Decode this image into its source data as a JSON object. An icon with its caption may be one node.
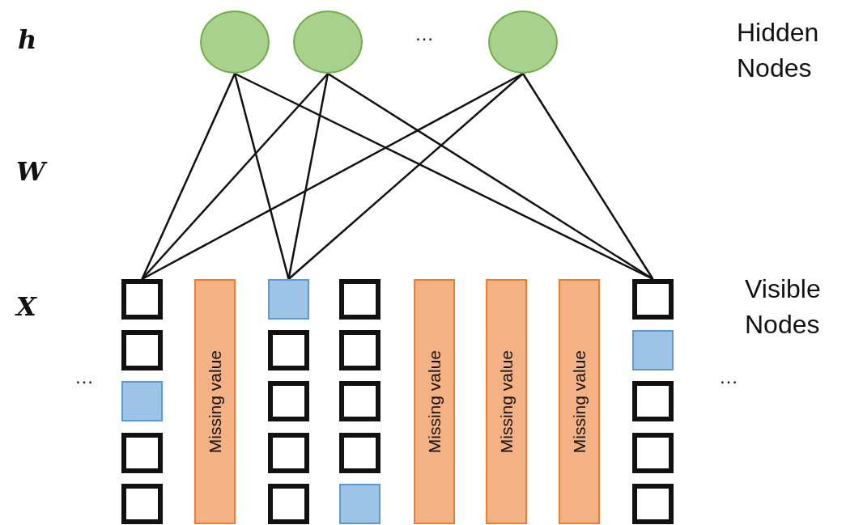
{
  "diagram": {
    "nodes": [
      {
        "text": [],
        "shape": "circle"
      },
      {
        "text": [],
        "shape": "circle"
      },
      {
        "text": [],
        "shape": "circle"
      },
      {
        "text": [],
        "shape": "box"
      },
      {
        "text": [],
        "shape": "box"
      },
      {
        "text": [],
        "shape": "box"
      },
      {
        "text": [],
        "shape": "box"
      },
      {
        "text": [],
        "shape": "box"
      },
      {
        "text": [
          "Missing value"
        ]
      },
      {
        "text": [],
        "shape": "box"
      },
      {
        "text": [],
        "shape": "box"
      },
      {
        "text": [],
        "shape": "box"
      },
      {
        "text": [],
        "shape": "box"
      },
      {
        "text": [],
        "shape": "box"
      },
      {
        "text": [],
        "shape": "box"
      },
      {
        "text": [],
        "shape": "box"
      },
      {
        "text": [],
        "shape": "box"
      },
      {
        "text": [],
        "shape": "box"
      },
      {
        "text": [],
        "shape": "box"
      },
      {
        "text": [
          "Missing value"
        ]
      },
      {
        "text": [
          "Missing value"
        ]
      },
      {
        "text": [
          "Missing value"
        ]
      },
      {
        "text": [],
        "shape": "box"
      },
      {
        "text": [],
        "shape": "box"
      },
      {
        "text": [],
        "shape": "box"
      },
      {
        "text": [],
        "shape": "box"
      },
      {
        "text": [],
        "shape": "box"
      }
    ],
    "edges": [
      {
        "from": 0,
        "to": 3,
        "arrow": "none"
      },
      {
        "from": 0,
        "to": 9,
        "arrow": "none"
      },
      {
        "from": 0,
        "to": 22,
        "arrow": "none"
      },
      {
        "from": 1,
        "to": 3,
        "arrow": "none"
      },
      {
        "from": 1,
        "to": 9,
        "arrow": "none"
      },
      {
        "from": 1,
        "to": 22,
        "arrow": "none"
      },
      {
        "from": 2,
        "to": 3,
        "arrow": "none"
      },
      {
        "from": 2,
        "to": 9,
        "arrow": "none"
      },
      {
        "from": 2,
        "to": 22,
        "arrow": "none"
      }
    ],
    "labels": [
      "h",
      "…",
      "Hidden Nodes",
      "W",
      "X",
      "Visible Nodes",
      "…",
      "…"
    ]
  }
}
